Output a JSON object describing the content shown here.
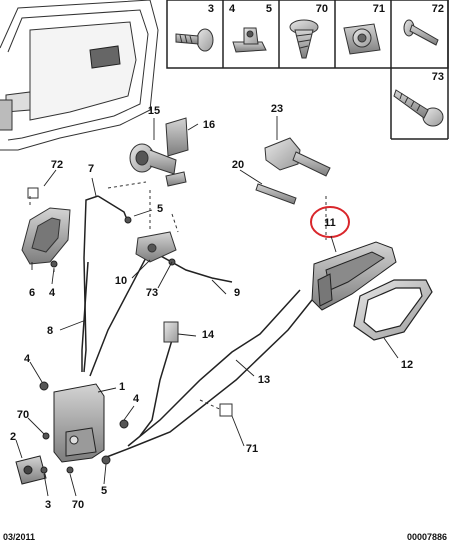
{
  "parts_table": {
    "row1": [
      "3",
      "4",
      "5",
      "70",
      "71",
      "72"
    ],
    "row2": [
      "73"
    ]
  },
  "callouts": {
    "c23": "23",
    "c15": "15",
    "c16": "16",
    "c72": "72",
    "c7": "7",
    "c20": "20",
    "c5a": "5",
    "c11": "11",
    "c6": "6",
    "c4a": "4",
    "c10": "10",
    "c73": "73",
    "c9": "9",
    "c8": "8",
    "c14": "14",
    "c12": "12",
    "c4b": "4",
    "c1": "1",
    "c13": "13",
    "c70a": "70",
    "c4c": "4",
    "c2": "2",
    "c71": "71",
    "c3": "3",
    "c70b": "70",
    "c5b": "5"
  },
  "footer": {
    "date": "03/2011",
    "ref": "00007886"
  },
  "colors": {
    "line": "#222222",
    "part_fill": "#c8c8c8",
    "highlight": "#d9262b"
  }
}
